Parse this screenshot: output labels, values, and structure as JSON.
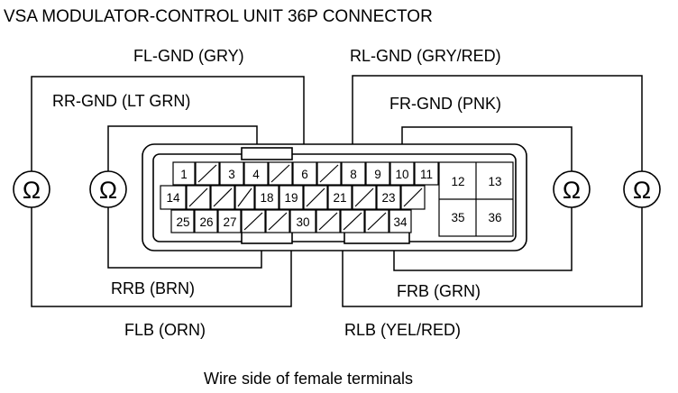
{
  "title": "VSA MODULATOR-CONTROL UNIT 36P CONNECTOR",
  "caption": "Wire side of female terminals",
  "ohm_symbol": "Ω",
  "wires": {
    "fl_gnd": "FL-GND (GRY)",
    "rl_gnd": "RL-GND (GRY/RED)",
    "rr_gnd": "RR-GND (LT GRN)",
    "fr_gnd": "FR-GND (PNK)",
    "rr_b": "RRB (BRN)",
    "fr_b": "FRB (GRN)",
    "fl_b": "FLB (ORN)",
    "rl_b": "RLB (YEL/RED)"
  },
  "pins": {
    "p1": "1",
    "p3": "3",
    "p4": "4",
    "p6": "6",
    "p8": "8",
    "p9": "9",
    "p10": "10",
    "p11": "11",
    "p12": "12",
    "p13": "13",
    "p14": "14",
    "p18": "18",
    "p19": "19",
    "p21": "21",
    "p23": "23",
    "p25": "25",
    "p26": "26",
    "p27": "27",
    "p30": "30",
    "p34": "34",
    "p35": "35",
    "p36": "36"
  }
}
